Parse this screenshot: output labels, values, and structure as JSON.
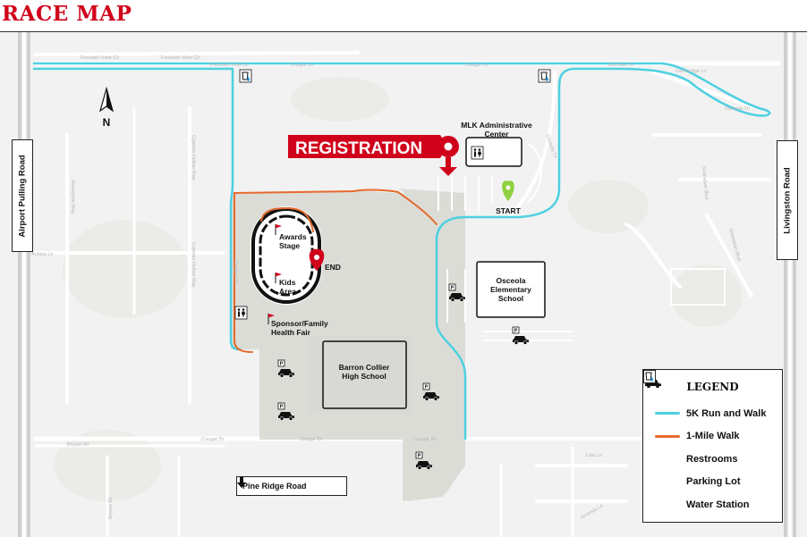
{
  "title": "RACE MAP",
  "north": "N",
  "colors": {
    "five_k": "#4dd0e1",
    "one_mile": "#e66a2c",
    "registration": "#d0021b",
    "start_pin": "#8fd13f",
    "campus": "#dcdcd7",
    "building": "#d8d8d5"
  },
  "signs": {
    "airport": "Airport Pulling Road",
    "livingston": "Livingston Road",
    "pine_ridge": "Pine Ridge Road"
  },
  "labels": {
    "registration": "REGISTRATION",
    "mlk_line1": "MLK Administrative",
    "mlk_line2": "Center",
    "start": "START",
    "end": "END",
    "awards_line1": "Awards",
    "awards_line2": "Stage",
    "kids_line1": "Kids",
    "kids_line2": "Area",
    "sponsor_line1": "Sponsor/Family",
    "sponsor_line2": "Health Fair",
    "barron_line1": "Barron Collier",
    "barron_line2": "High School",
    "osceola_line1": "Osceola",
    "osceola_line2": "Elementary",
    "osceola_line3": "School"
  },
  "streets": {
    "fountain_view_1": "Fountain View Cir",
    "fountain_view_2": "Fountain View Cir",
    "fountain_view_3": "Fountain View Cir",
    "cougar_ln_1": "Cougar Ln",
    "cougar_ln_2": "Cougar Ln",
    "osceola_trl_1": "Osceola Trl",
    "osceola_trl_2": "Osceola Trl",
    "osceola_trl_3": "Osceola Trl",
    "cambridge": "Cambridge Ln",
    "ardisia": "Ardisia Ln",
    "bryson": "Bryson Dr",
    "bryson_2": "Bryson Dr",
    "cougar_dr_1": "Cougar Dr",
    "cougar_dr_2": "Cougar Dr",
    "cougar_dr_3": "Cougar Dr",
    "lisa": "Lisa Ln",
    "amanda": "Amanda Ln",
    "waxmyrtle": "Waxmyrtle Way",
    "cypress_1": "Cypress Hollow Way",
    "cypress_2": "Cypress Hollow Way",
    "stranahan_1": "Stranahan Blvd",
    "stranahan_2": "Stranahan Blvd",
    "cougar_trl": "Cougar Trl"
  },
  "legend": {
    "title": "LEGEND",
    "items": [
      {
        "label": "5K Run and Walk",
        "symbol": "cyan-line"
      },
      {
        "label": "1-Mile Walk",
        "symbol": "orange-line"
      },
      {
        "label": "Restrooms",
        "symbol": "restroom-icon"
      },
      {
        "label": "Parking Lot",
        "symbol": "parking-icon"
      },
      {
        "label": "Water Station",
        "symbol": "water-station-icon"
      }
    ]
  }
}
